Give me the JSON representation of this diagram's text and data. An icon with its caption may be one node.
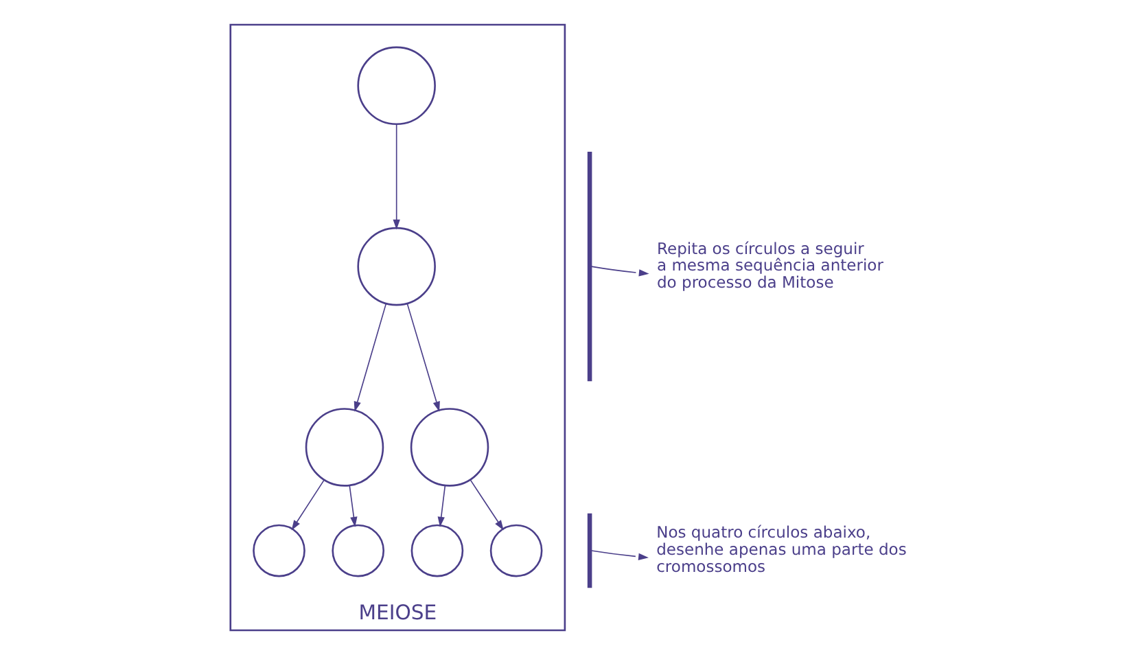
{
  "diagram": {
    "nodes": [
      {
        "text": [
          "MEIOSE"
        ]
      },
      {
        "text": [],
        "shape": "circle",
        "in": 0
      },
      {
        "text": [],
        "shape": "circle",
        "in": 0
      },
      {
        "text": [],
        "shape": "circle",
        "in": 0
      },
      {
        "text": [],
        "shape": "circle",
        "in": 0
      },
      {
        "text": [],
        "shape": "circle",
        "in": 0
      },
      {
        "text": [],
        "shape": "circle",
        "in": 0
      },
      {
        "text": [],
        "shape": "circle",
        "in": 0
      },
      {
        "text": [],
        "shape": "circle",
        "in": 0
      },
      {
        "text": [],
        "shape": "bar"
      },
      {
        "text": [
          "Repita os círculos a seguir a mesma sequência anterior do processo da Mitose"
        ]
      },
      {
        "text": [],
        "shape": "bar"
      },
      {
        "text": [
          "Nos quatro círculos abaixo, desenhe apenas uma parte dos cromossomos"
        ]
      }
    ],
    "edges": [
      {
        "from": 1,
        "to": 2,
        "arrow": "to"
      },
      {
        "from": 2,
        "to": 3,
        "arrow": "to"
      },
      {
        "from": 2,
        "to": 4,
        "arrow": "to"
      },
      {
        "from": 3,
        "to": 5,
        "arrow": "to"
      },
      {
        "from": 3,
        "to": 6,
        "arrow": "to"
      },
      {
        "from": 4,
        "to": 7,
        "arrow": "to"
      },
      {
        "from": 4,
        "to": 8,
        "arrow": "to"
      },
      {
        "from": 9,
        "to": 10,
        "arrow": "to"
      },
      {
        "from": 11,
        "to": 12,
        "arrow": "to"
      }
    ]
  }
}
